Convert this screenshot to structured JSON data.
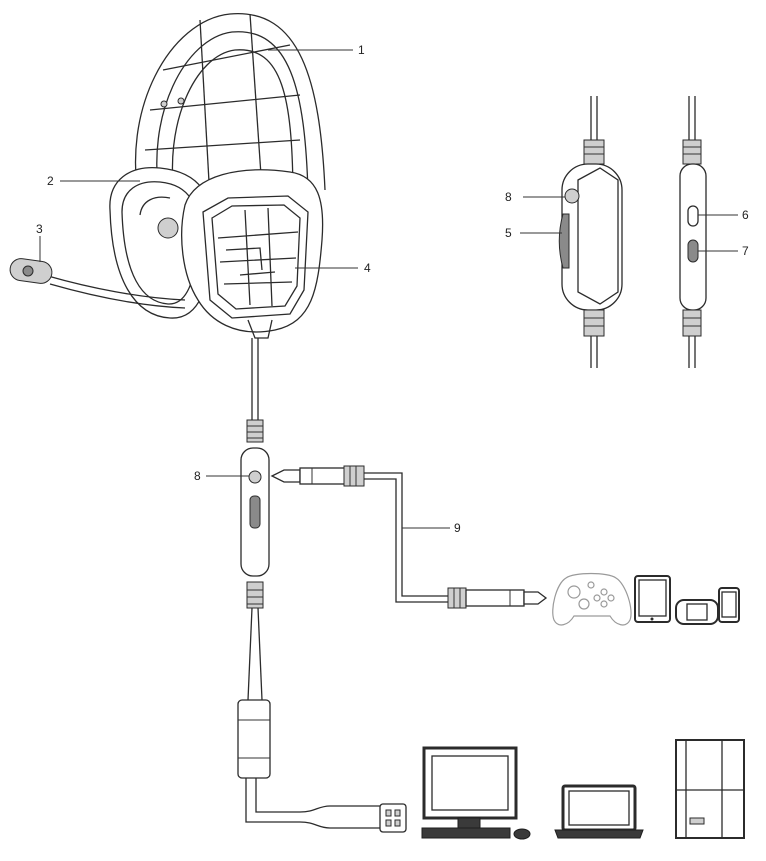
{
  "callouts": {
    "c1": "1",
    "c2": "2",
    "c3": "3",
    "c4": "4",
    "c5": "5",
    "c6": "6",
    "c7": "7",
    "c8_top": "8",
    "c8_cable": "8",
    "c9": "9"
  },
  "devices": {
    "gamepad_icon": "gamepad-icon",
    "tablet_icon": "tablet-icon",
    "handheld_console_icon": "handheld-console-icon",
    "phone_icon": "phone-icon",
    "desktop_icon": "desktop-computer-icon",
    "laptop_icon": "laptop-icon",
    "console_icon": "game-console-icon"
  }
}
